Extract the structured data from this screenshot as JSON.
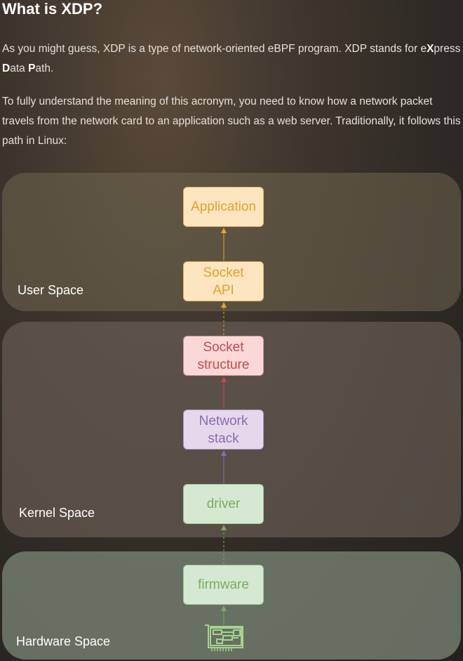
{
  "heading": "What is XDP?",
  "paragraph1": {
    "t1": "As you might guess, XDP is a type of network-oriented eBPF program. XDP stands for e",
    "b1": "X",
    "t2": "press ",
    "b2": "D",
    "t3": "ata ",
    "b3": "P",
    "t4": "ath."
  },
  "paragraph2": "To fully understand the meaning of this acronym, you need to know how a network packet travels from the network card to an application such as a web server. Traditionally, it follows this path in Linux:",
  "diagram": {
    "spaces": {
      "user": "User Space",
      "kernel": "Kernel Space",
      "hardware": "Hardware Space"
    },
    "boxes": {
      "application": "Application",
      "socket_api": "Socket\nAPI",
      "socket_structure": "Socket\nstructure",
      "network_stack": "Network\nstack",
      "driver": "driver",
      "firmware": "firmware"
    },
    "hardware_icon": "network-card-icon",
    "colors": {
      "user_layer": "#e2a330",
      "socket_structure": "#c64a4a",
      "network_stack": "#8c6bb0",
      "driver_firmware": "#78ad62"
    }
  }
}
